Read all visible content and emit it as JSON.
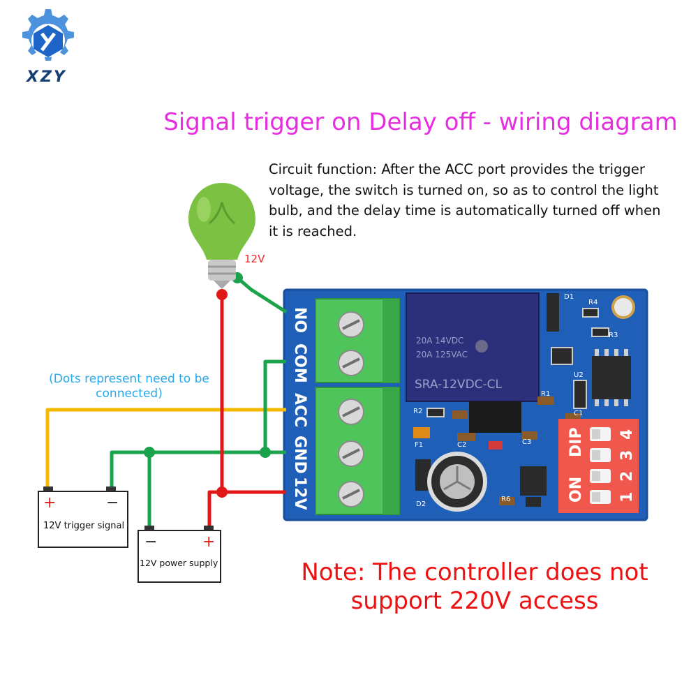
{
  "brand": {
    "name": "XZY",
    "logo": "gear-logo-icon"
  },
  "title": "Signal trigger on Delay off - wiring diagram",
  "description": "Circuit function: After the ACC port provides the trigger voltage, the switch is turned on, so as to control the light bulb, and the delay time is automatically turned off when it is reached.",
  "dots_note": "(Dots represent need to be connected)",
  "note": "Note: The controller does not support 220V access",
  "bulb": {
    "voltage_label": "12V"
  },
  "terminals": [
    "NO",
    "COM",
    "ACC",
    "GND",
    "12V"
  ],
  "batteries": [
    {
      "label": "12V trigger signal",
      "plus": "+",
      "minus": "−"
    },
    {
      "label": "12V power supply",
      "minus": "−",
      "plus": "+"
    }
  ],
  "board": {
    "relay_lines": [
      "20A 14VDC",
      "20A 125VAC",
      "SRA-12VDC-CL"
    ],
    "labels": [
      "D1",
      "R4",
      "R3",
      "R1",
      "U2",
      "C1",
      "R2",
      "F1",
      "C2",
      "C3",
      "D2",
      "R6"
    ],
    "dip_labels": [
      "DIP",
      "4",
      "3",
      "2",
      "1",
      "ON"
    ]
  },
  "colors": {
    "title": "#e62ee0",
    "note": "#ee1111",
    "dots_note": "#27a9ea",
    "board": "#1f5fb8",
    "terminal": "#4fc45a",
    "wire_red": "#e01818",
    "wire_green": "#1aa34a",
    "wire_yellow": "#f5b800",
    "dip": "#f0584e"
  }
}
